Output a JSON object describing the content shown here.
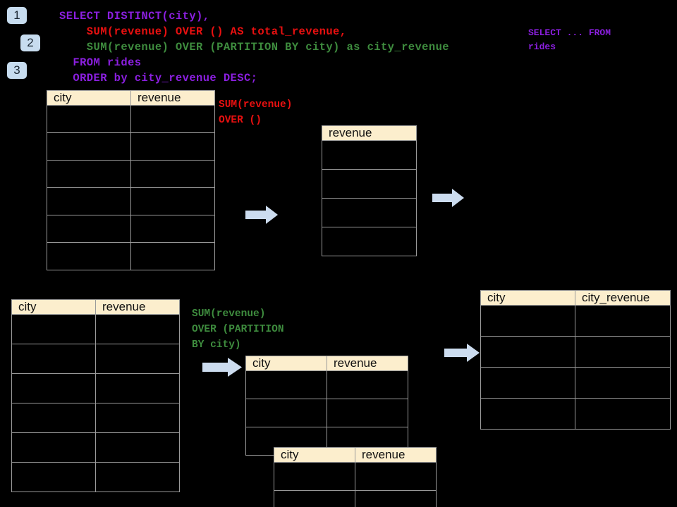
{
  "page": {
    "title": "SQL window function pipeline diagram",
    "background_color": "#000000"
  },
  "badges": [
    {
      "label": "1"
    },
    {
      "label": "2"
    },
    {
      "label": "3"
    }
  ],
  "sql_query": {
    "lines": [
      {
        "text": "SELECT DISTINCT(city),",
        "color": "#8B1FE0"
      },
      {
        "text": "    SUM(revenue) OVER () AS total_revenue,",
        "color": "#E81010"
      },
      {
        "text": "    SUM(revenue) OVER (PARTITION BY city) as city_revenue",
        "color": "#3E8C3E"
      },
      {
        "text": "  FROM rides",
        "color": "#8B1FE0"
      },
      {
        "text": "  ORDER by city_revenue DESC;",
        "color": "#8B1FE0"
      }
    ]
  },
  "callouts": {
    "select_from_rides": {
      "text": "SELECT ... FROM\nrides",
      "color": "#8B1FE0"
    },
    "sum_over_empty": {
      "text": "SUM(revenue)\nOVER ()",
      "color": "#E81010"
    },
    "sum_over_partition": {
      "text": "SUM(revenue)\nOVER (PARTITION\nBY city)",
      "color": "#3E8C3E"
    }
  },
  "tables": [
    {
      "id": "rides-source-top",
      "columns": [
        "city",
        "revenue"
      ],
      "row_count": 6,
      "rows": [
        [
          "",
          ""
        ],
        [
          "",
          ""
        ],
        [
          "",
          ""
        ],
        [
          "",
          ""
        ],
        [
          "",
          ""
        ],
        [
          "",
          ""
        ]
      ]
    },
    {
      "id": "total-revenue",
      "columns": [
        "revenue"
      ],
      "row_count": 4,
      "rows": [
        [
          ""
        ],
        [
          ""
        ],
        [
          ""
        ],
        [
          ""
        ]
      ]
    },
    {
      "id": "rides-source-bottom",
      "columns": [
        "city",
        "revenue"
      ],
      "row_count": 6,
      "rows": [
        [
          "",
          ""
        ],
        [
          "",
          ""
        ],
        [
          "",
          ""
        ],
        [
          "",
          ""
        ],
        [
          "",
          ""
        ],
        [
          "",
          ""
        ]
      ]
    },
    {
      "id": "partition-back",
      "columns": [
        "city",
        "revenue"
      ],
      "row_count": 3,
      "rows": [
        [
          "",
          ""
        ],
        [
          "",
          ""
        ],
        [
          "",
          ""
        ]
      ]
    },
    {
      "id": "partition-front",
      "columns": [
        "city",
        "revenue"
      ],
      "row_count": 2,
      "rows": [
        [
          "",
          ""
        ],
        [
          "",
          ""
        ]
      ]
    },
    {
      "id": "city-revenue-result",
      "columns": [
        "city",
        "city_revenue"
      ],
      "row_count": 4,
      "rows": [
        [
          "",
          ""
        ],
        [
          "",
          ""
        ],
        [
          "",
          ""
        ],
        [
          "",
          ""
        ]
      ]
    }
  ],
  "arrows": [
    {
      "id": "arrow-source-to-total"
    },
    {
      "id": "arrow-total-to-result"
    },
    {
      "id": "arrow-source-to-partition"
    },
    {
      "id": "arrow-partition-to-result"
    }
  ],
  "colors": {
    "header_fill": "#fceecd",
    "grid_line": "#9a9a9a",
    "arrow_fill": "#ccdcef",
    "badge_fill": "#c7dcef",
    "keyword_purple": "#8B1FE0",
    "total_red": "#E81010",
    "partition_green": "#3E8C3E"
  }
}
